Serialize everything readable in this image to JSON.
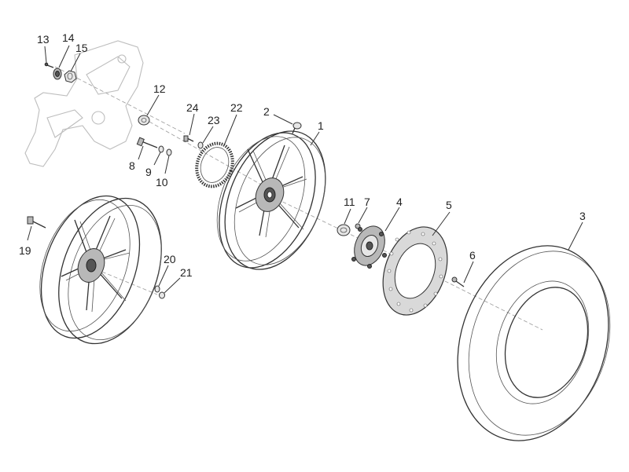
{
  "callouts": [
    {
      "id": "1",
      "label": "1"
    },
    {
      "id": "2",
      "label": "2"
    },
    {
      "id": "3",
      "label": "3"
    },
    {
      "id": "4",
      "label": "4"
    },
    {
      "id": "5",
      "label": "5"
    },
    {
      "id": "6",
      "label": "6"
    },
    {
      "id": "7",
      "label": "7"
    },
    {
      "id": "8",
      "label": "8"
    },
    {
      "id": "9",
      "label": "9"
    },
    {
      "id": "10",
      "label": "10"
    },
    {
      "id": "11",
      "label": "11"
    },
    {
      "id": "12",
      "label": "12"
    },
    {
      "id": "13",
      "label": "13"
    },
    {
      "id": "14",
      "label": "14"
    },
    {
      "id": "15",
      "label": "15"
    },
    {
      "id": "19",
      "label": "19"
    },
    {
      "id": "20",
      "label": "20"
    },
    {
      "id": "21",
      "label": "21"
    },
    {
      "id": "22",
      "label": "22"
    },
    {
      "id": "23",
      "label": "23"
    },
    {
      "id": "24",
      "label": "24"
    }
  ]
}
